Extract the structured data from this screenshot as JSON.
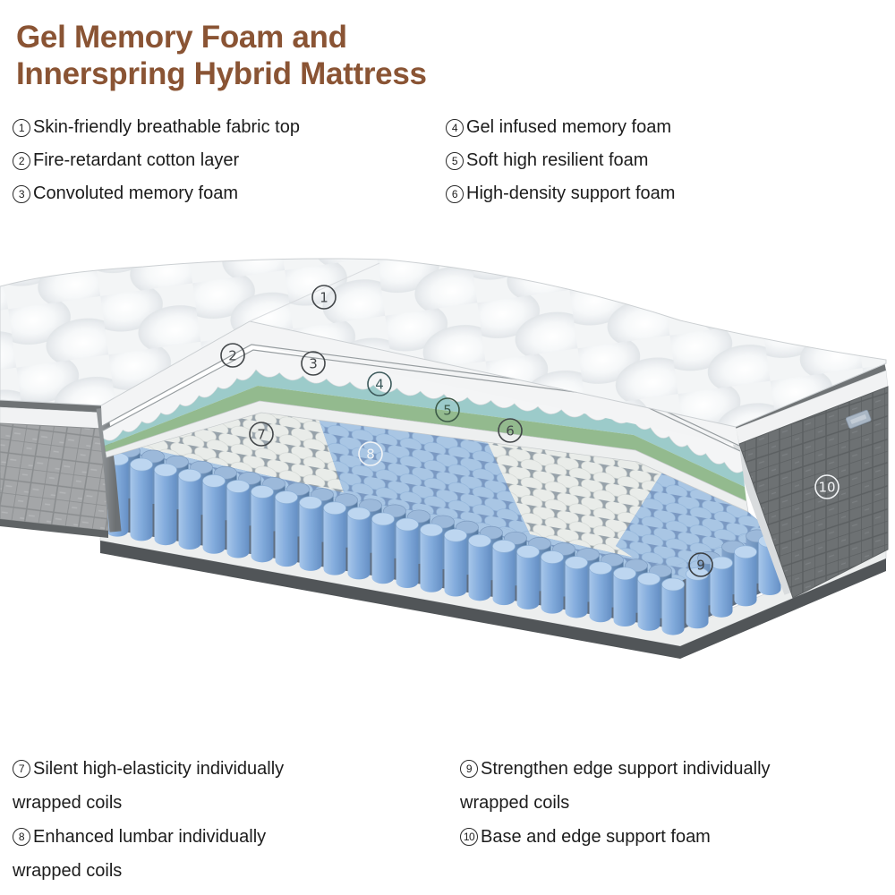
{
  "title": {
    "line1": "Gel Memory Foam and",
    "line2": "Innerspring Hybrid Mattress"
  },
  "features_top": [
    {
      "num": "1",
      "text": "Skin-friendly breathable fabric top"
    },
    {
      "num": "2",
      "text": "Fire-retardant cotton layer"
    },
    {
      "num": "3",
      "text": "Convoluted memory foam"
    },
    {
      "num": "4",
      "text": "Gel infused memory foam"
    },
    {
      "num": "5",
      "text": "Soft high resilient foam"
    },
    {
      "num": "6",
      "text": "High-density support foam"
    }
  ],
  "features_bottom": [
    {
      "num": "7",
      "line1": "Silent high-elasticity individually",
      "line2": "wrapped coils"
    },
    {
      "num": "8",
      "line1": "Enhanced lumbar individually",
      "line2": "wrapped coils"
    },
    {
      "num": "9",
      "line1": "Strengthen edge support individually",
      "line2": "wrapped coils"
    },
    {
      "num": "10",
      "line1": "Base and edge support foam",
      "line2": ""
    }
  ],
  "markers": {
    "m1": "1",
    "m2": "2",
    "m3": "3",
    "m4": "4",
    "m5": "5",
    "m6": "6",
    "m7": "7",
    "m8": "8",
    "m9": "9",
    "m10": "10"
  },
  "colors": {
    "title_brown": "#8a5434",
    "text_black": "#1c1c1c",
    "gel_layer_teal": "#9ccbca",
    "resilient_layer_green": "#93ba8e",
    "coil_blue": "#7fa9da",
    "coil_white": "#e9ece9",
    "side_fabric_light_grey": "#a6a8aa",
    "side_fabric_dark_grey": "#6d7173",
    "base_rim_grey": "#515558"
  }
}
